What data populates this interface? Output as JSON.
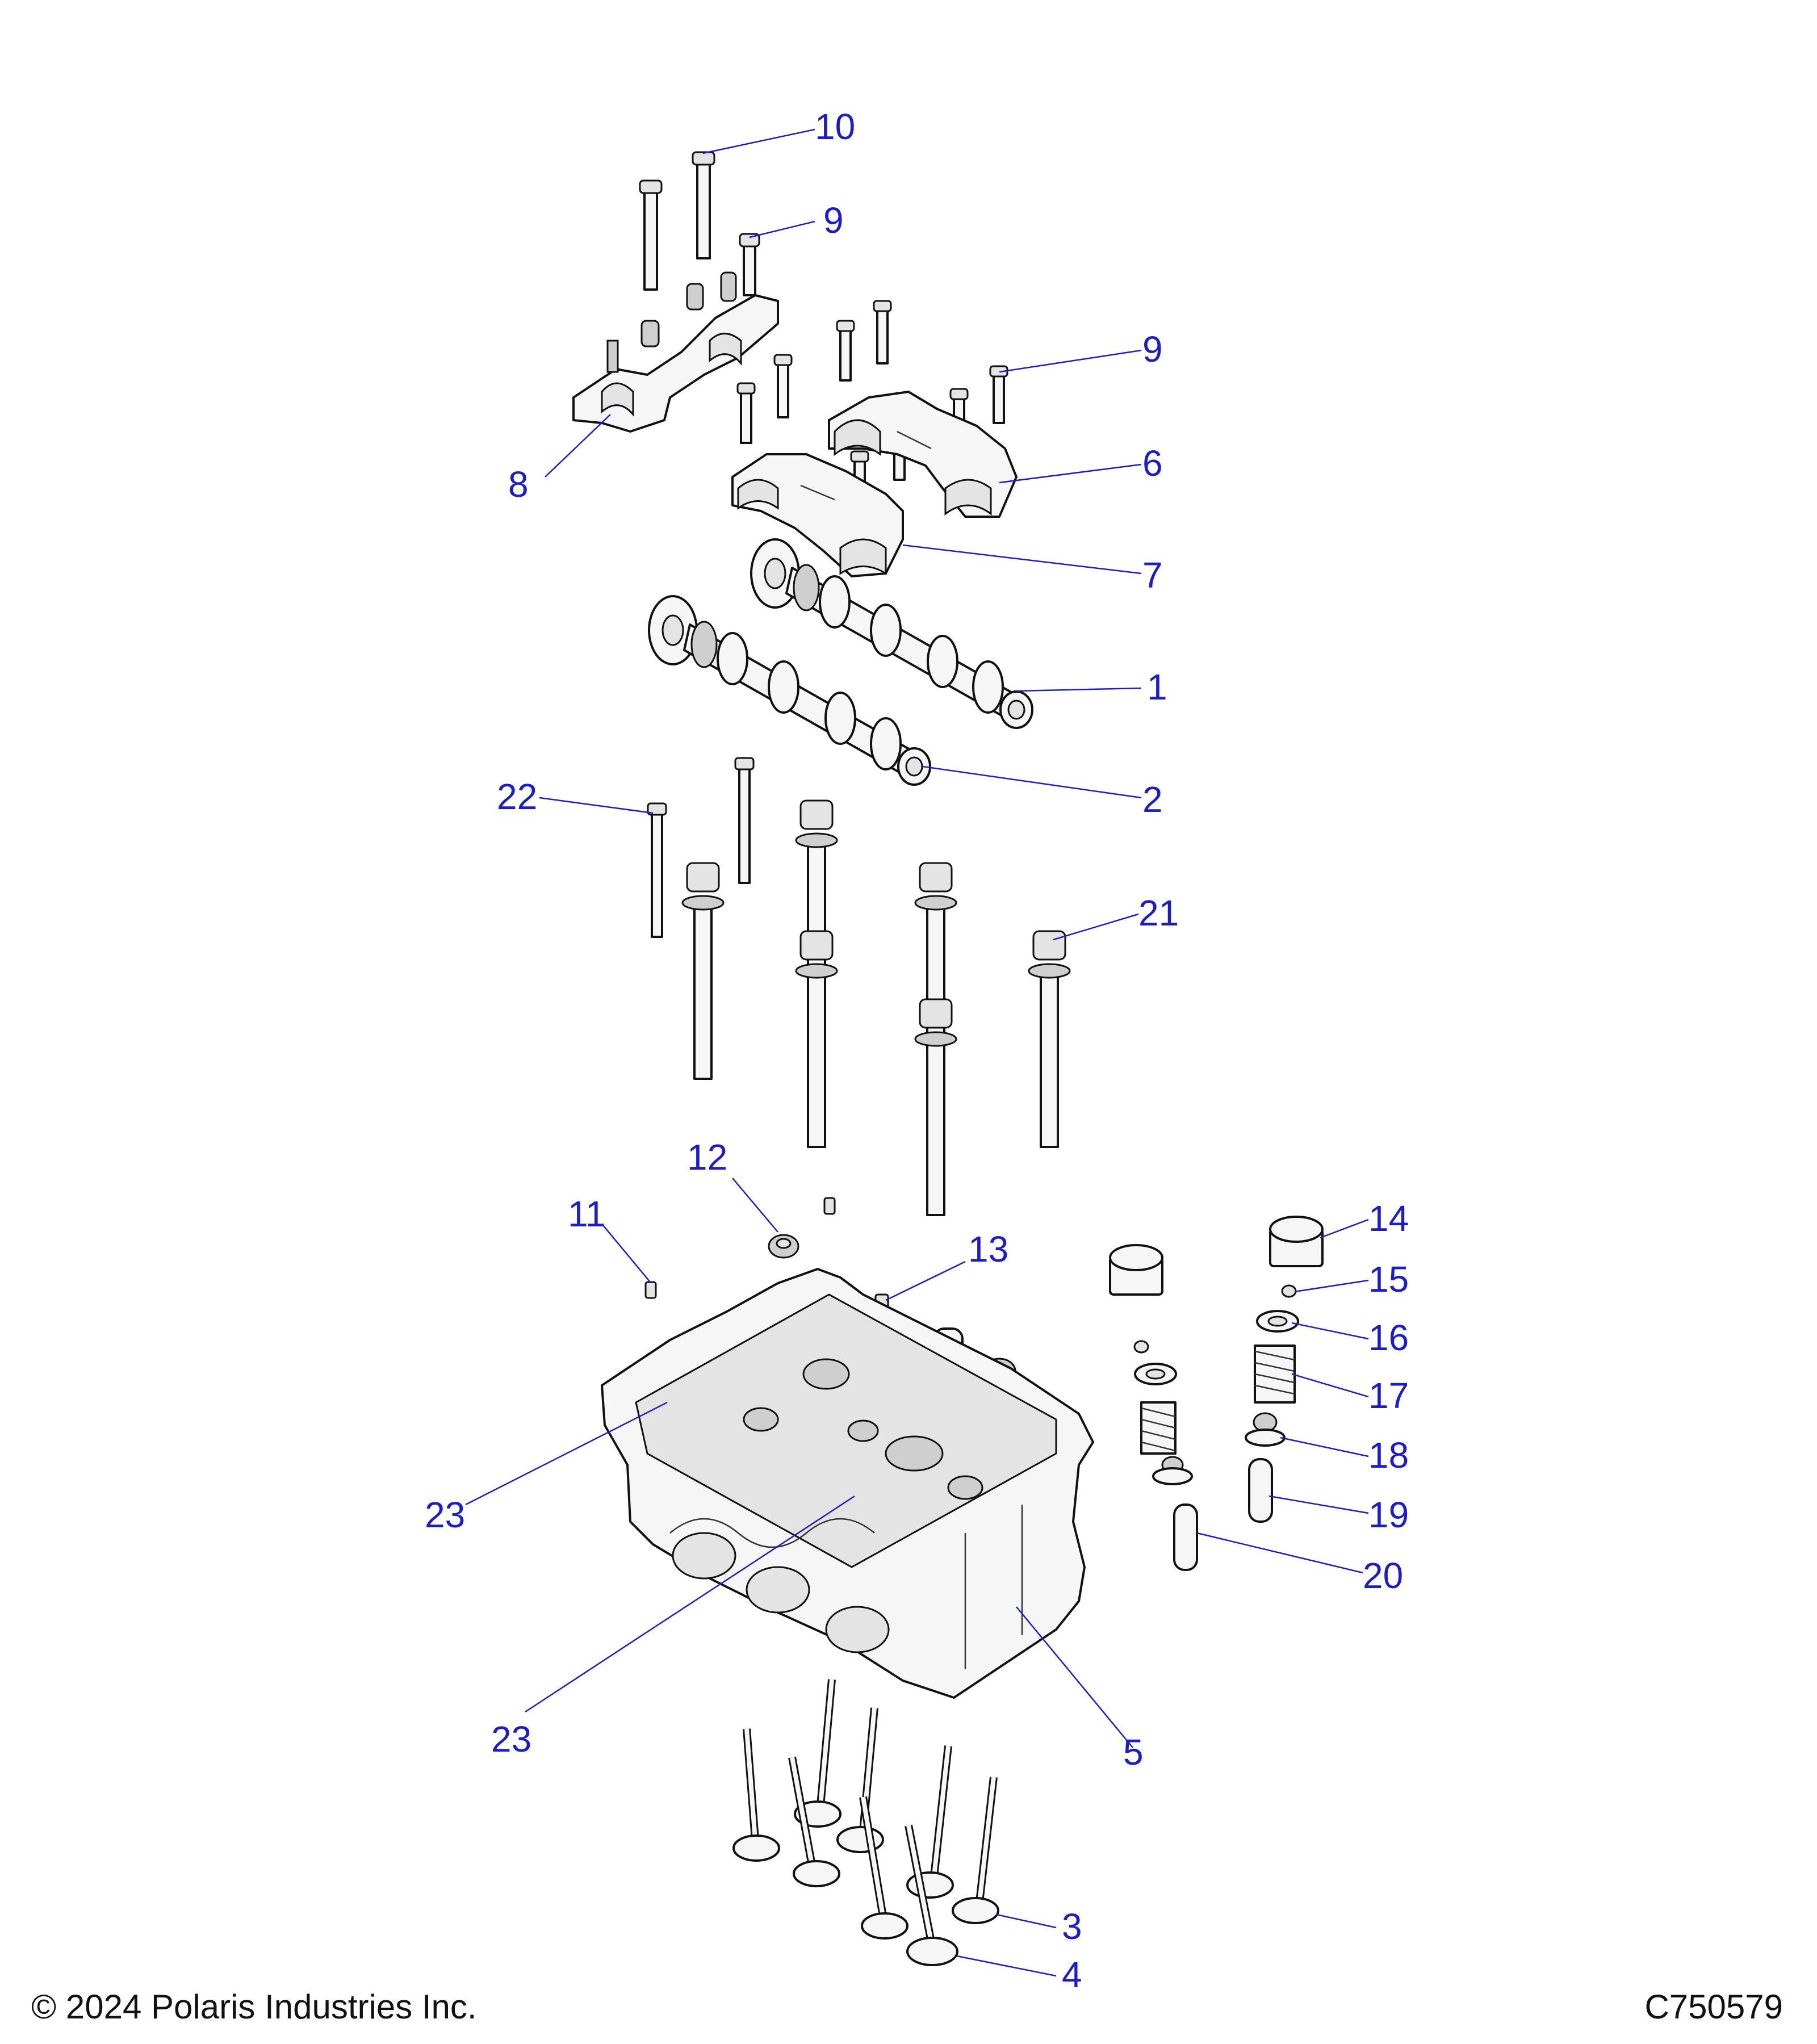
{
  "callouts": [
    {
      "id": "10",
      "label": "10"
    },
    {
      "id": "9a",
      "label": "9"
    },
    {
      "id": "9b",
      "label": "9"
    },
    {
      "id": "8",
      "label": "8"
    },
    {
      "id": "6",
      "label": "6"
    },
    {
      "id": "7",
      "label": "7"
    },
    {
      "id": "1",
      "label": "1"
    },
    {
      "id": "2",
      "label": "2"
    },
    {
      "id": "22",
      "label": "22"
    },
    {
      "id": "21",
      "label": "21"
    },
    {
      "id": "12",
      "label": "12"
    },
    {
      "id": "11",
      "label": "11"
    },
    {
      "id": "13",
      "label": "13"
    },
    {
      "id": "14",
      "label": "14"
    },
    {
      "id": "15",
      "label": "15"
    },
    {
      "id": "16",
      "label": "16"
    },
    {
      "id": "17",
      "label": "17"
    },
    {
      "id": "18",
      "label": "18"
    },
    {
      "id": "19",
      "label": "19"
    },
    {
      "id": "20",
      "label": "20"
    },
    {
      "id": "23a",
      "label": "23"
    },
    {
      "id": "23b",
      "label": "23"
    },
    {
      "id": "5",
      "label": "5"
    },
    {
      "id": "3",
      "label": "3"
    },
    {
      "id": "4",
      "label": "4"
    }
  ],
  "footer": {
    "copyright": "© 2024 Polaris Industries Inc.",
    "diagram_code": "C750579"
  },
  "colors": {
    "callout": "#1c1cc8",
    "outline": "#111111",
    "part_fill": "#f6f6f6"
  }
}
